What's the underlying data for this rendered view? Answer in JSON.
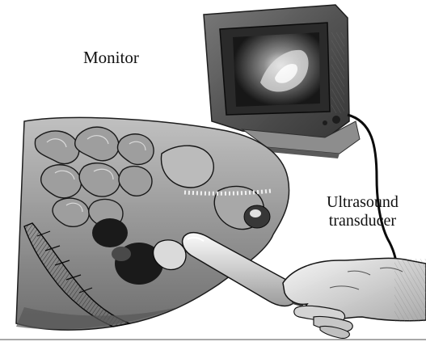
{
  "labels": {
    "monitor": "Monitor",
    "transducer_line1": "Ultrasound",
    "transducer_line2": "transducer"
  },
  "illustration": {
    "style": "grayscale engraved illustration",
    "parts": [
      "monitor",
      "transducer-cable",
      "pelvic-anatomy",
      "hand",
      "ultrasound-transducer"
    ]
  }
}
